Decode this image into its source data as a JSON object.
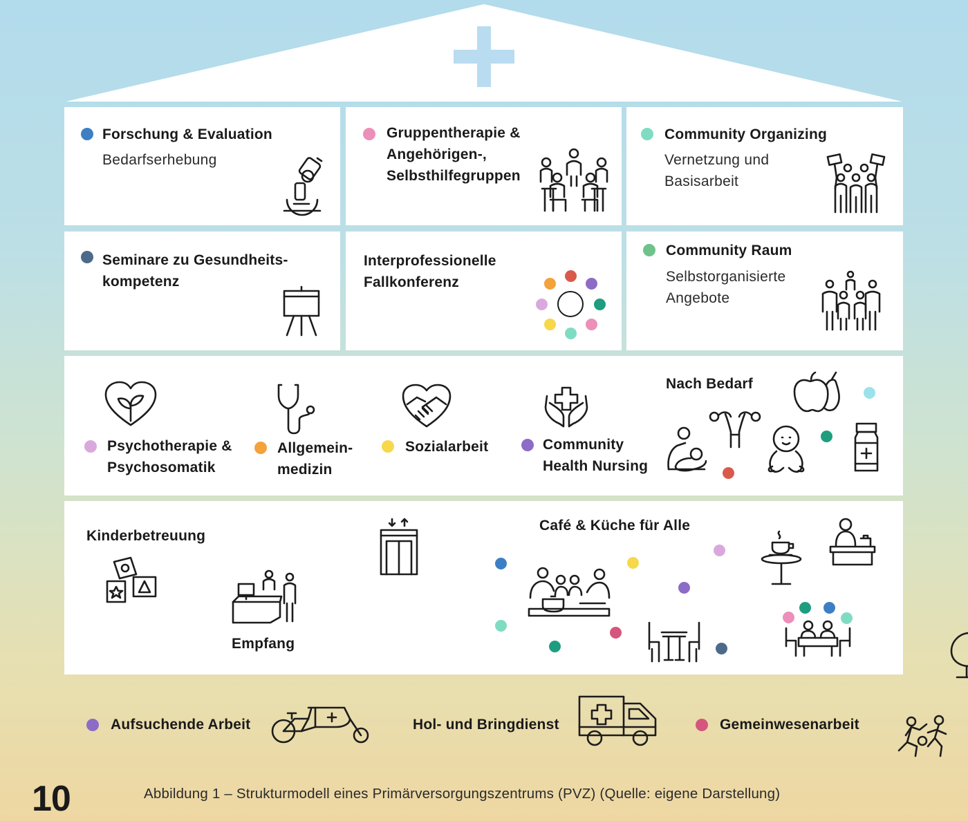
{
  "colors": {
    "blue": "#3d7fc4",
    "pink": "#ec8fb9",
    "mint": "#7fdcc3",
    "slate": "#4d6a8a",
    "green": "#6fc28a",
    "lilac": "#d9a9de",
    "orange": "#f3a23c",
    "yellow": "#f6d84a",
    "purple": "#8c6cc6",
    "teal": "#1e9e7e",
    "red": "#d95a4c",
    "rose": "#d5557e",
    "cyan": "#9be2ea",
    "cross": "#b9dcf0"
  },
  "roof": {
    "icon": "medical-cross-icon"
  },
  "row1": {
    "forschung": {
      "title": "Forschung & Evaluation",
      "sub": "Bedarfserhebung",
      "icon": "microscope-icon"
    },
    "gruppentherapie": {
      "title_lines": [
        "Gruppentherapie &",
        "Angehörigen-,",
        "Selbsthilfegruppen"
      ],
      "icon": "group-circle-icon"
    },
    "community_organizing": {
      "title": "Community Organizing",
      "sub_lines": [
        "Vernetzung und",
        "Basisarbeit"
      ],
      "icon": "protest-group-icon"
    }
  },
  "row2": {
    "seminare": {
      "title_lines": [
        "Seminare zu Gesundheits-",
        "kompetenz"
      ],
      "icon": "flipchart-icon"
    },
    "fallkonferenz": {
      "title_lines": [
        "Interprofessionelle",
        "Fallkonferenz"
      ],
      "icon": "colored-dot-circle-icon"
    },
    "community_raum": {
      "title": "Community Raum",
      "sub_lines": [
        "Selbstorganisierte",
        "Angebote"
      ],
      "icon": "people-group-icon"
    }
  },
  "row3": {
    "psychotherapie": {
      "title_lines": [
        "Psychotherapie &",
        "Psychosomatik"
      ],
      "icon": "heart-leaf-icon"
    },
    "allgemeinmedizin": {
      "title_lines": [
        "Allgemein-",
        "medizin"
      ],
      "icon": "stethoscope-icon"
    },
    "sozialarbeit": {
      "title": "Sozialarbeit",
      "icon": "heart-handshake-icon"
    },
    "community_health": {
      "title_lines": [
        "Community",
        "Health Nursing"
      ],
      "icon": "hands-cross-icon"
    },
    "nach_bedarf": {
      "title": "Nach Bedarf",
      "icons": [
        "fruit-icon",
        "uterus-icon",
        "breastfeeding-icon",
        "baby-icon",
        "medicine-bottle-icon"
      ]
    }
  },
  "row4": {
    "kinderbetreuung": {
      "title": "Kinderbetreuung",
      "icon": "toy-blocks-icon"
    },
    "empfang": {
      "title": "Empfang",
      "icon": "reception-desk-icon"
    },
    "aufzug": {
      "icon": "elevator-icon"
    },
    "cafe": {
      "title": "Café & Küche für Alle",
      "icons": [
        "cooking-group-icon",
        "coffee-table-icon",
        "barista-icon",
        "dining-table-icon",
        "meeting-table-icon"
      ]
    }
  },
  "bottom": {
    "aufsuchende": {
      "title": "Aufsuchende Arbeit",
      "icon": "cargo-bike-icon"
    },
    "holdienst": {
      "title": "Hol- und Bringdienst",
      "icon": "ambulance-icon"
    },
    "gemeinwesen": {
      "title": "Gemeinwesenarbeit",
      "icon": "community-play-icon"
    }
  },
  "footer": {
    "page_number": "10",
    "caption": "Abbildung 1 – Strukturmodell eines Primärversorgungszentrums (PVZ) (Quelle: eigene Darstellung)"
  }
}
